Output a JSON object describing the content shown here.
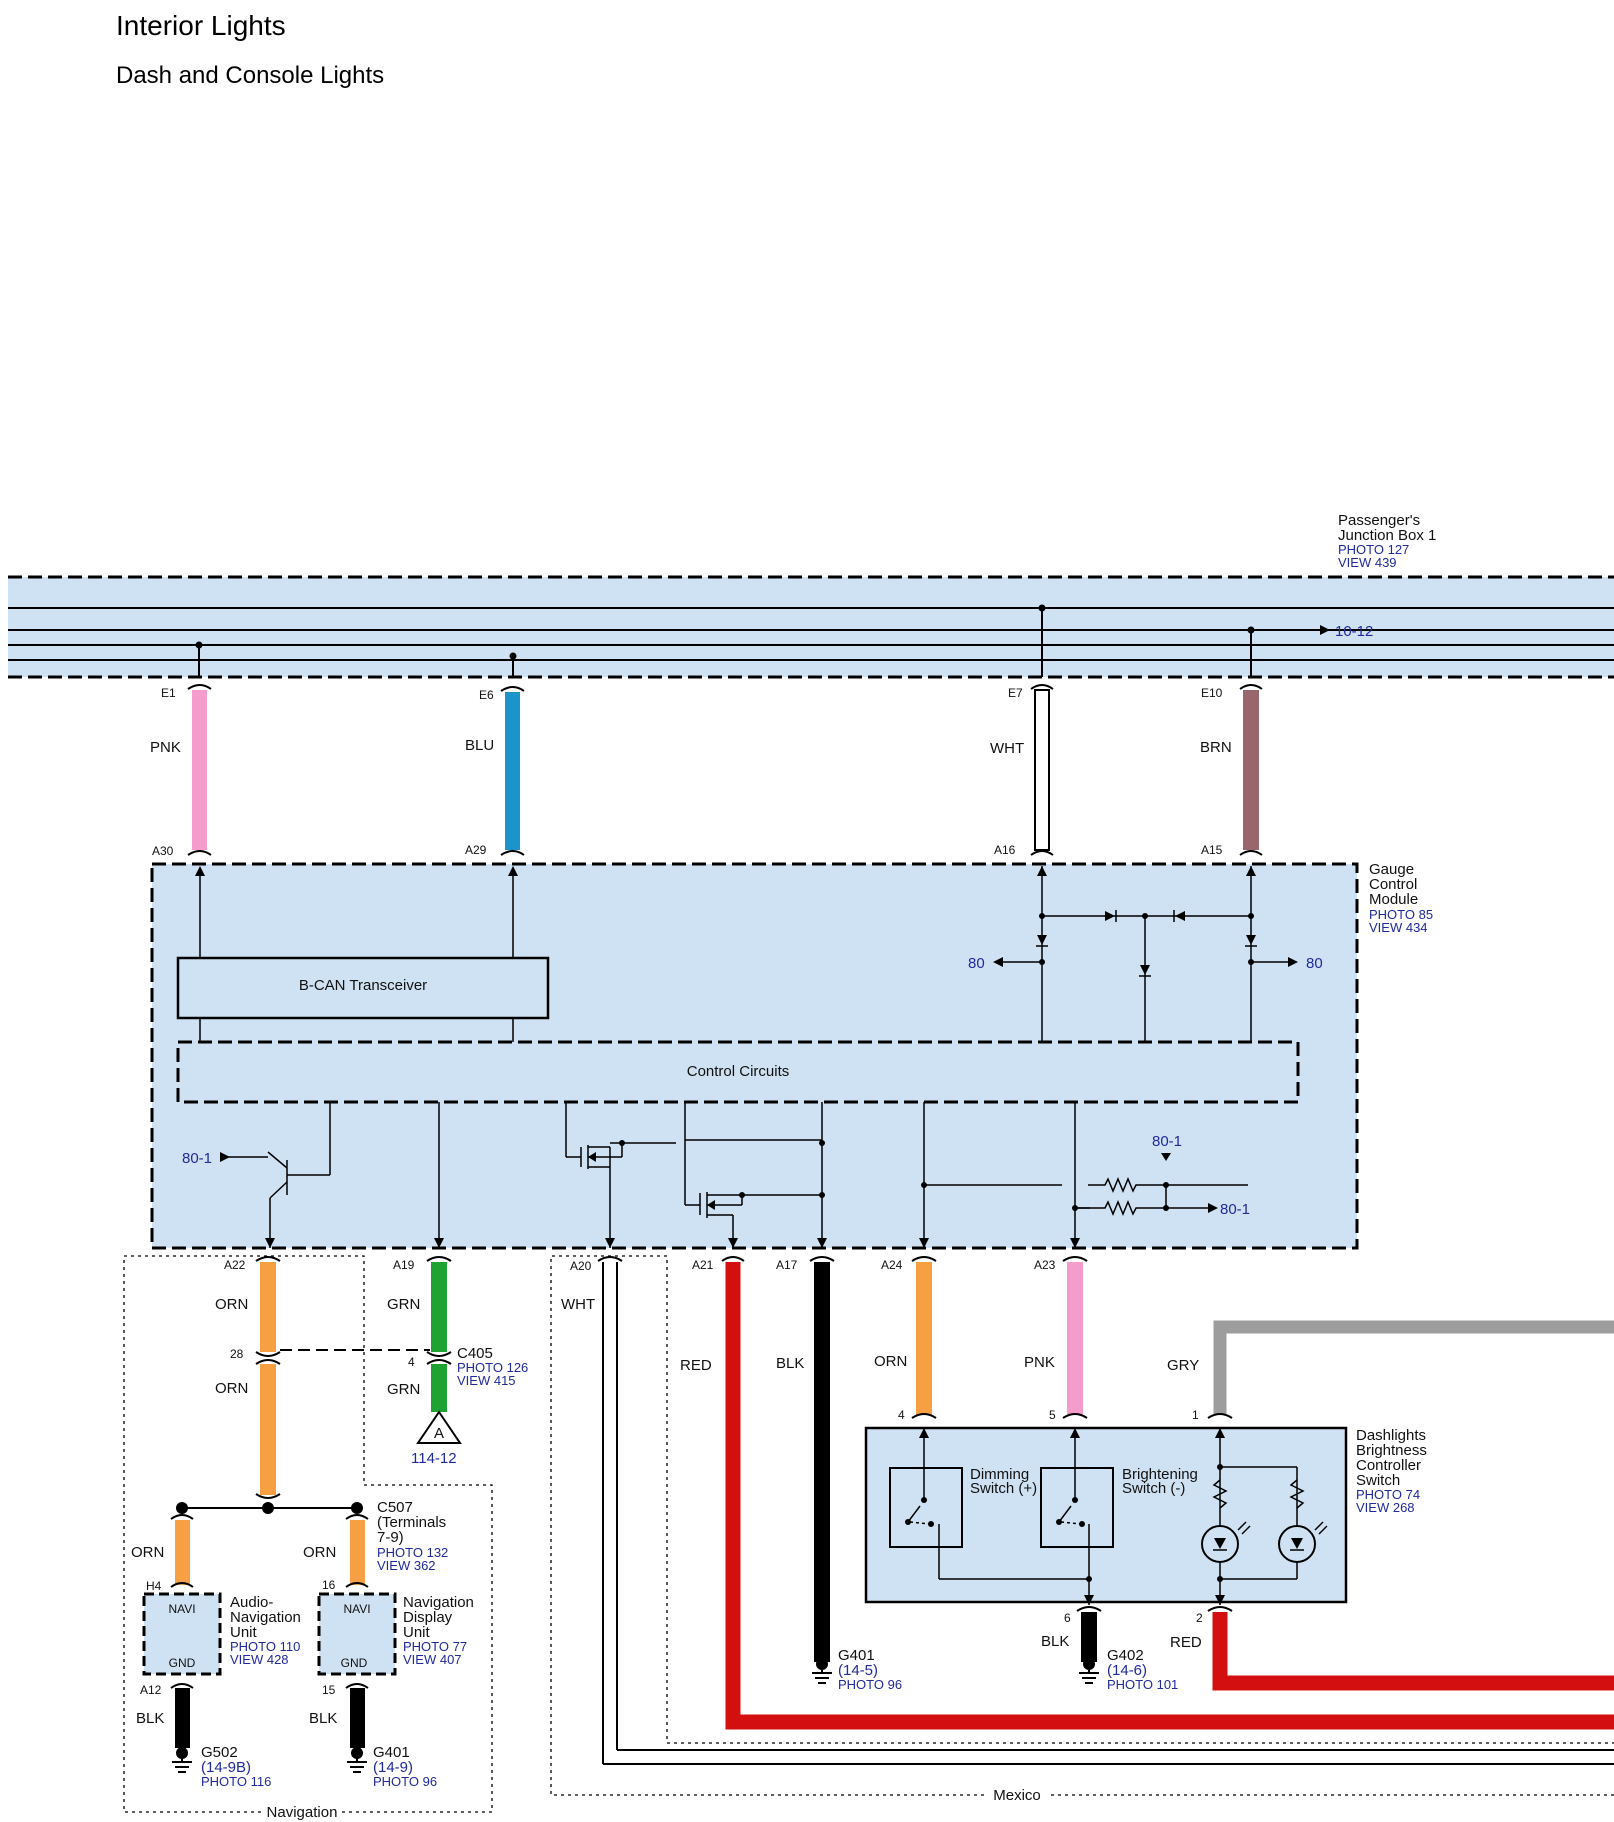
{
  "header": {
    "title": "Interior Lights",
    "subtitle": "Dash and Console Lights"
  },
  "junction_box": {
    "name": [
      "Passenger's",
      "Junction Box 1"
    ],
    "photo": "PHOTO 127",
    "view": "VIEW 439",
    "ref": "10-12"
  },
  "gauge_module": {
    "name": [
      "Gauge",
      "Control",
      "Module"
    ],
    "photo": "PHOTO 85",
    "view": "VIEW 434",
    "transceiver": "B-CAN Transceiver",
    "control": "Control Circuits",
    "ref_80_left": "80",
    "ref_80_right": "80",
    "ref_801_left": "80-1",
    "ref_801_top": "80-1",
    "ref_801_right": "80-1"
  },
  "upper_wires": [
    {
      "top": "E1",
      "bottom": "A30",
      "color_label": "PNK",
      "color": "#f49ccb"
    },
    {
      "top": "E6",
      "bottom": "A29",
      "color_label": "BLU",
      "color": "#1d94c9"
    },
    {
      "top": "E7",
      "bottom": "A16",
      "color_label": "WHT",
      "color": "#ffffff"
    },
    {
      "top": "E10",
      "bottom": "A15",
      "color_label": "BRN",
      "color": "#99676b"
    }
  ],
  "lower_pins": {
    "a22": "A22",
    "a19": "A19",
    "a20": "A20",
    "a21": "A21",
    "a17": "A17",
    "a24": "A24",
    "a23": "A23"
  },
  "lower_labels": {
    "orn1": "ORN",
    "orn2": "ORN",
    "grn1": "GRN",
    "grn2": "GRN",
    "wht": "WHT",
    "red": "RED",
    "blk": "BLK",
    "orn3": "ORN",
    "pnk": "PNK",
    "gry": "GRY"
  },
  "c405": {
    "name": "C405",
    "photo": "PHOTO 126",
    "view": "VIEW 415",
    "pin_28": "28",
    "pin_4": "4",
    "ref_letter": "A",
    "ref": "114-12"
  },
  "c507": {
    "name": [
      "C507",
      "(Terminals",
      "7-9)"
    ],
    "photo": "PHOTO 132",
    "view": "VIEW 362"
  },
  "audio_unit": {
    "name": [
      "Audio-",
      "Navigation",
      "Unit"
    ],
    "photo": "PHOTO 110",
    "view": "VIEW 428",
    "navi": "NAVI",
    "gnd": "GND",
    "pin_top": "H4",
    "pin_bottom": "A12",
    "wire_top": "ORN",
    "wire_bottom": "BLK"
  },
  "display_unit": {
    "name": [
      "Navigation",
      "Display",
      "Unit"
    ],
    "photo": "PHOTO 77",
    "view": "VIEW 407",
    "navi": "NAVI",
    "gnd": "GND",
    "pin_top": "16",
    "pin_bottom": "15",
    "wire_top": "ORN",
    "wire_bottom": "BLK"
  },
  "grounds": [
    {
      "name": "G502",
      "ref": "(14-9B)",
      "photo": "PHOTO 116"
    },
    {
      "name": "G401",
      "ref": "(14-9)",
      "photo": "PHOTO 96"
    },
    {
      "name": "G401",
      "ref": "(14-5)",
      "photo": "PHOTO 96"
    },
    {
      "name": "G402",
      "ref": "(14-6)",
      "photo": "PHOTO 101"
    }
  ],
  "dash_switch": {
    "name": [
      "Dashlights",
      "Brightness",
      "Controller",
      "Switch"
    ],
    "photo": "PHOTO 74",
    "view": "VIEW 268",
    "dimming": [
      "Dimming",
      "Switch (+)"
    ],
    "brightening": [
      "Brightening",
      "Switch (-)"
    ],
    "pin4": "4",
    "pin5": "5",
    "pin1": "1",
    "pin6": "6",
    "pin2": "2",
    "blk": "BLK",
    "red": "RED"
  },
  "regions": {
    "navigation": "Navigation",
    "mexico": "Mexico"
  }
}
